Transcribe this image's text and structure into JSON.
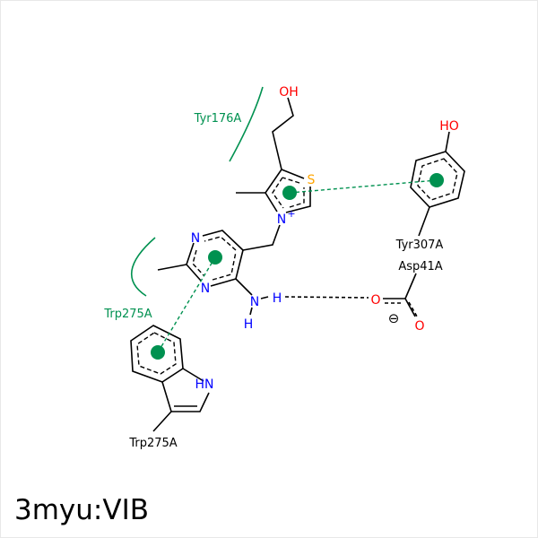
{
  "title": "3myu:VIB",
  "colors": {
    "interaction": "#009150",
    "nitrogen": "#0000ff",
    "oxygen": "#ff0000",
    "sulfur": "#ffa500",
    "carbon": "#000000"
  },
  "atoms": {
    "oh_ligand": "OH",
    "sulfur": "S",
    "n_thiazolium": "N",
    "charge_plus": "+",
    "n1_pyr": "N",
    "n3_pyr": "N",
    "amine_n": "N",
    "amine_h1": "H",
    "amine_h2": "H",
    "tyr_ho": "HO",
    "asp_o1": "O",
    "asp_o2": "O",
    "asp_charge": "⊖",
    "trp_hn": "HN"
  },
  "residues": {
    "tyr176": "Tyr176A",
    "trp275_hydrophobic": "Trp275A",
    "tyr307": "Tyr307A",
    "asp41": "Asp41A",
    "trp275": "Trp275A"
  }
}
